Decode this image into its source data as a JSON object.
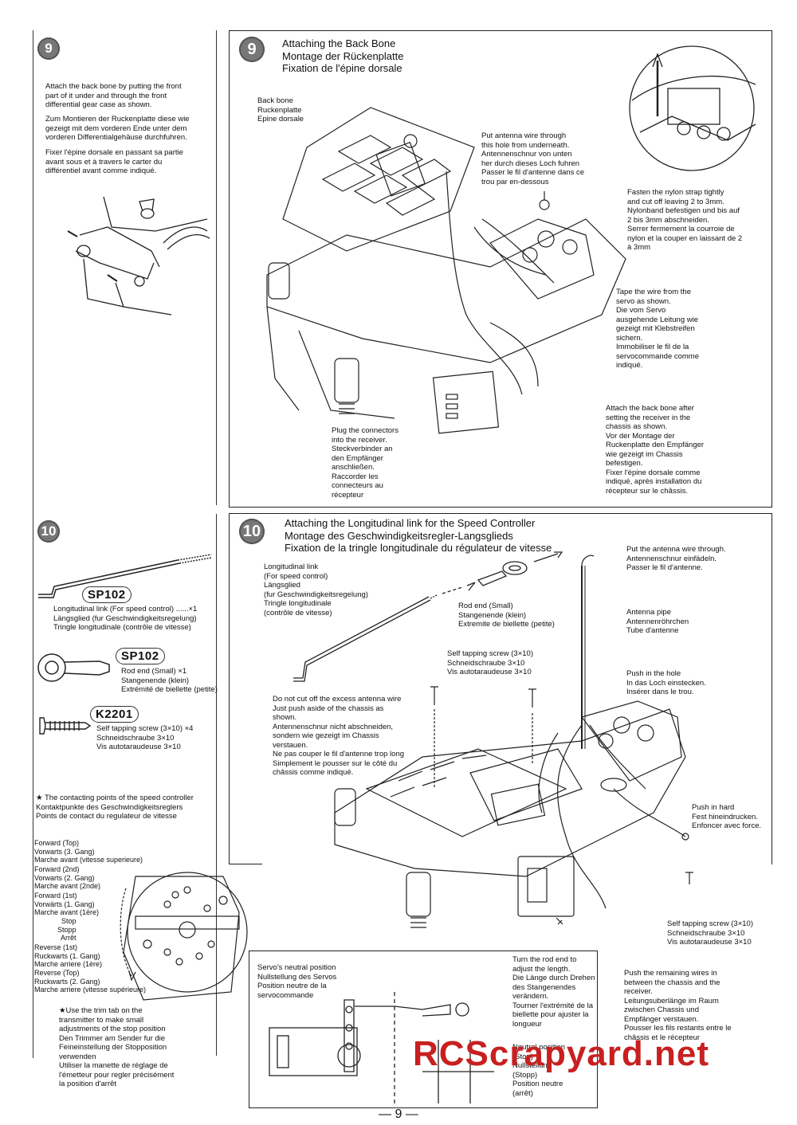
{
  "step9": {
    "number": "9",
    "title": "Attaching the Back Bone\nMontage der Rückenplatte\nFixation de l'épine dorsale",
    "instructions": "Attach the back bone by putting the front\npart of it under and through the front\ndifferential gear case as shown.",
    "instructions_de": "Zum Montieren der Ruckenplatte diese wie\ngezeigt mit dem vorderen Ende unter dem\nvorderen Differentialgehäuse durchfuhren.",
    "instructions_fr": "Fixer l'épine dorsale en passant sa partie\navant sous et à travers le carter du\ndifférentiel avant comme indiqué.",
    "label_backbone": "Back bone\nRuckenplatte\nEpine dorsale",
    "label_antenna_hole": "Put antenna wire through\nthis hole from underneath.\nAntennenschnur von unten\nher durch dieses Loch fuhren\nPasser le fil d'antenne dans ce\ntrou par en-dessous",
    "label_nylon_strap": "Fasten the nylon strap tightly\nand cut off leaving 2 to 3mm.\nNylonband befestigen und bis auf\n2 bis 3mm abschneiden.\nSerrer fermement la courroie de\nnylon et la couper en laissant de 2\nà 3mm",
    "label_tape_wire": "Tape the wire from the\nservo as shown.\nDie vom Servo\nausgehende Leitung wie\ngezeigt mit Klebstreifen\nsichern.\nImmobiliser le fil de la\nservocommande comme\nindiqué.",
    "label_attach_backbone": "Attach the back  bone after\nsetting the receiver in the\nchassis as shown.\nVor der Montage der\nRuckenplatte den Empfänger\nwie gezeigt im Chassis\nbefestigen.\nFixer l'épine dorsale comme\nindiqué, après installation du\nrécepteur sur le châssis.",
    "label_plug_connectors": "Plug the connectors\ninto the receiver.\nSteckverbinder an\nden Empfänger\nanschließen.\nRaccorder les\nconnecteurs au\nrécepteur"
  },
  "step10": {
    "number": "10",
    "title": "Attaching the Longitudinal link for the Speed Controller\nMontage des Geschwindigkeitsregler-Langsglieds\nFixation de la tringle longitudinale du régulateur de vitesse",
    "parts": [
      {
        "code": "SP102",
        "text": "Longitudinal link (For speed control) ......×1\nLängsglied (fur Geschwindigkeitsregelung)\nTringle longitudinale (contrôle de vitesse)"
      },
      {
        "code": "SP102",
        "text": "Rod end (Small)                    ×1\nStangenende (klein)\nExtrémité de biellette (petite)"
      },
      {
        "code": "K2201",
        "text": "Self tapping screw (3×10)       ×4\nSchneidschraube 3×10\nVis autotaraudeuse 3×10"
      }
    ],
    "contact_points": "★ The contacting points of the speed controller\nKontaktpunkte des Geschwindigkeitsreglers\nPoints de contact du regulateur de vitesse",
    "positions_forward_top": "Forward (Top)\nVorwarts (3. Gang)\nMarche avant (vitesse superieure)",
    "positions_forward_2nd": "Forward (2nd)\nVorwarts (2. Gang)\nMarche avant (2nde)",
    "positions_forward_1st": "Forward (1st)\nVorwärts (1. Gang)\nMarche avant (1ère)",
    "positions_stop": "Stop\nStopp\nArrêt",
    "positions_reverse_1st": "Reverse (1st)\nRuckwarts (1. Gang)\nMarche arriere (1ère)",
    "positions_reverse_top": "Reverse (Top)\nRuckwarts (2. Gang)\nMarche arriere (vitesse supérieure)",
    "trim_note": "★Use the trim tab on the\ntransmitter to make small\nadjustments of the stop position\nDen Trimmer am Sender fur die\nFeineinstellung der Stopposition\nverwenden\nUtiliser la manette de réglage de\nl'émetteur pour regler précisément\nla position d'arrêt",
    "label_link": "Longitudinal link\n(For speed control)\nLängsglied\n(fur Geschwindigkeitsregelung)\nTringle longitudinale\n(contrôle de vitesse)",
    "label_rod_end": "Rod end (Small)\nStangenende (klein)\nExtremite de biellette (petite)",
    "label_screw_top": "Self tapping screw (3×10)\nSchneidschraube 3×10\nVis autotaraudeuse 3×10",
    "label_antenna_excess": "Do not cut off the excess antenna wire\nJust push aside of the chassis as\nshown.\nAntennenschnur nicht abschneiden,\nsondern wie gezeigt im Chassis\nverstauen.\nNe pas couper le fil d'antenne trop long\nSimplement le pousser sur le côté du\nchâssis comme indiqué.",
    "label_antenna_through": "Put the antenna wire through.\nAntennenschnur einfädeln.\nPasser le fil d'antenne.",
    "label_antenna_pipe": "Antenna pipe\nAntennenröhrchen\nTube d'antenne",
    "label_push_hole": "Push in the hole\nIn das Loch einstecken.\nInsérer dans le trou.",
    "label_push_hard": "Push in hard\nFest hineindrucken.\nEnfoncer avec force.",
    "label_screw_bottom": "Self tapping screw (3×10)\nSchneidschraube 3×10\nVis autotaraudeuse 3×10",
    "label_push_remaining": "Push the remaining wires in\nbetween the chassis and the\nreceiver.\nLeitungsuberlänge im Raum\nzwischen Chassis und\nEmpfänger verstauen.\nPousser les fils restants entre le\nchâssis et le récepteur",
    "label_servo_neutral": "Servo's neutral position\nNullstellung des Servos\nPosition neutre de la\nservocommande",
    "label_turn_rod": "Turn the rod end to\nadjust the length.\nDie Länge durch Drehen\ndes Stangenendes\nverändern.\nTourner l'extrémité de la\nbiellette pour ajuster la\nlongueur",
    "label_neutral_position": "Neutral position\n(Stop)\nNullstellung\n(Stopp)\nPosition neutre\n(arrêt)"
  },
  "page_number": "— 9 —",
  "watermark": "RCScrapyard.net"
}
